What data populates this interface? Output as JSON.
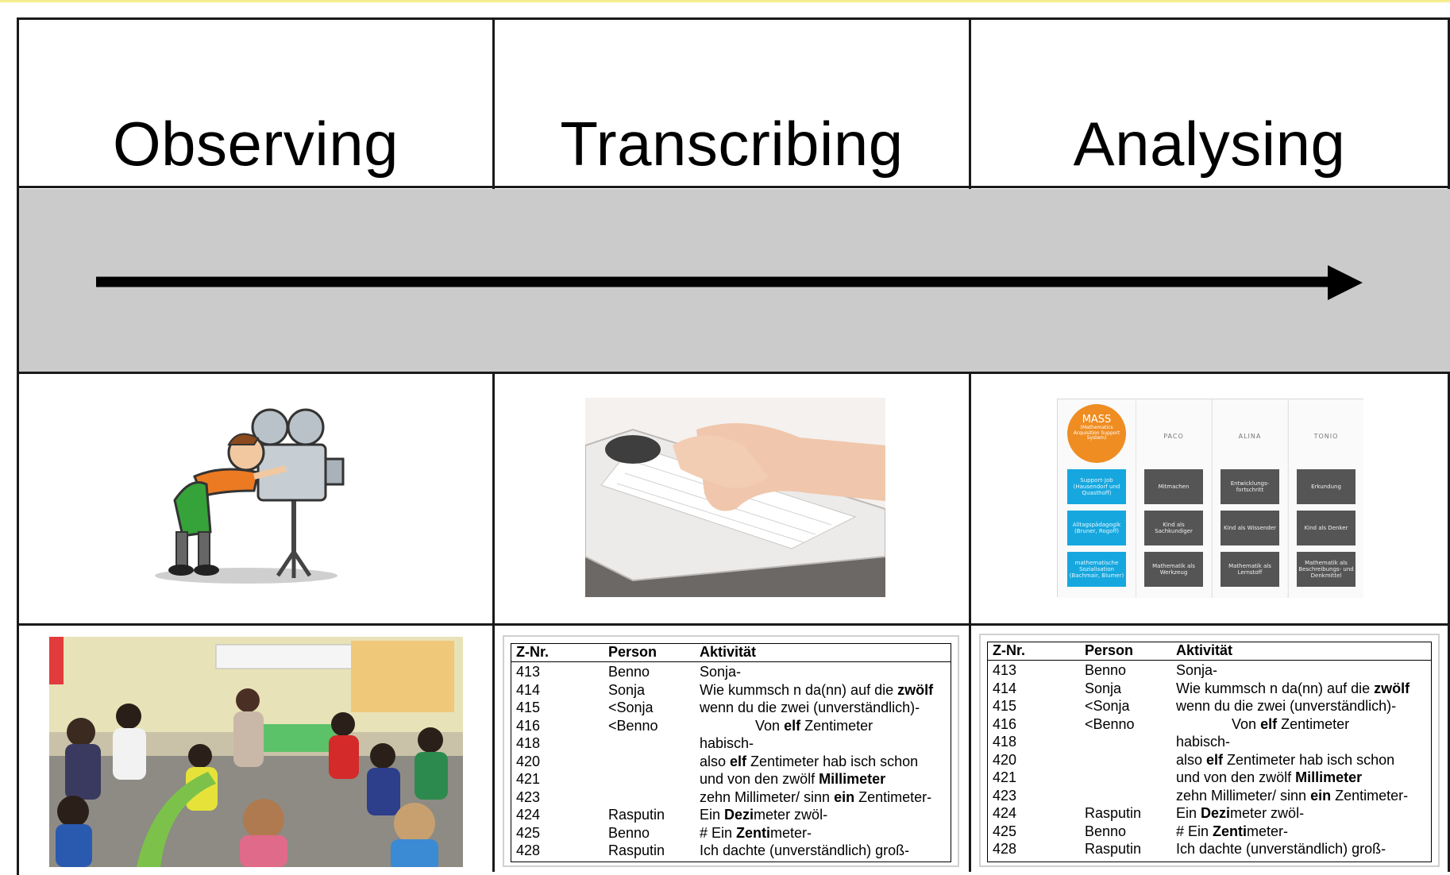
{
  "columns": [
    {
      "title": "Observing"
    },
    {
      "title": "Transcribing"
    },
    {
      "title": "Analysing"
    }
  ],
  "icons": {
    "observing": "film-camera-cartoon-icon",
    "transcribing": "typing-laptop-photo",
    "analysing": "mass-system-diagram",
    "classroom": "classroom-photo"
  },
  "mass_chart": {
    "circle_title": "MASS",
    "circle_subtitle": "(Mathematics Acquisition Support System)",
    "blue_boxes": [
      "Support-Job (Hausendorf und Quasthoff)",
      "Alltagspädagogik (Bruner, Rogoff)",
      "mathematische Sozialisation (Bachmair, Blumer)"
    ],
    "columns": [
      {
        "title": "PACO",
        "boxes": [
          "Mitmachen",
          "Kind als Sachkundiger",
          "Mathematik als Werkzeug"
        ]
      },
      {
        "title": "ALINA",
        "boxes": [
          "Entwicklungs-fortschritt",
          "Kind als Wissender",
          "Mathematik als Lernstoff"
        ]
      },
      {
        "title": "TONIO",
        "boxes": [
          "Erkundung",
          "Kind als Denker",
          "Mathematik als Beschreibungs- und Denkmittel"
        ]
      }
    ]
  },
  "transcript": {
    "headers": {
      "nr": "Z-Nr.",
      "person": "Person",
      "activity": "Aktivität"
    },
    "rows": [
      {
        "nr": "413",
        "person": "Benno",
        "act": [
          [
            "Sonja-",
            false
          ]
        ]
      },
      {
        "nr": "414",
        "person": "Sonja",
        "act": [
          [
            "Wie kummsch n da(nn) auf die ",
            false
          ],
          [
            "zwölf",
            true
          ]
        ]
      },
      {
        "nr": "415",
        "person": "<Sonja",
        "act": [
          [
            "wenn du die zwei (unverständlich)-",
            false
          ]
        ]
      },
      {
        "nr": "416",
        "person": "<Benno",
        "act": [
          [
            "              Von ",
            false
          ],
          [
            "elf",
            true
          ],
          [
            " Zentimeter",
            false
          ]
        ]
      },
      {
        "nr": "418",
        "person": "",
        "act": [
          [
            "habisch-",
            false
          ]
        ]
      },
      {
        "nr": "420",
        "person": "",
        "act": [
          [
            "also ",
            false
          ],
          [
            "elf",
            true
          ],
          [
            " Zentimeter hab isch schon",
            false
          ]
        ]
      },
      {
        "nr": "421",
        "person": "",
        "act": [
          [
            "und von den zwölf ",
            false
          ],
          [
            "Millimeter",
            true
          ]
        ]
      },
      {
        "nr": "423",
        "person": "",
        "act": [
          [
            "zehn Millimeter/ sinn ",
            false
          ],
          [
            "ein",
            true
          ],
          [
            " Zentimeter-",
            false
          ]
        ]
      },
      {
        "nr": "424",
        "person": "Rasputin",
        "act": [
          [
            "Ein ",
            false
          ],
          [
            "Dezi",
            true
          ],
          [
            "meter zwöl-",
            false
          ]
        ]
      },
      {
        "nr": "425",
        "person": "Benno",
        "act": [
          [
            "# Ein ",
            false
          ],
          [
            "Zenti",
            true
          ],
          [
            "meter-",
            false
          ]
        ]
      },
      {
        "nr": "428",
        "person": "Rasputin",
        "act": [
          [
            "Ich dachte (unverständlich) groß-",
            false
          ]
        ]
      }
    ]
  }
}
